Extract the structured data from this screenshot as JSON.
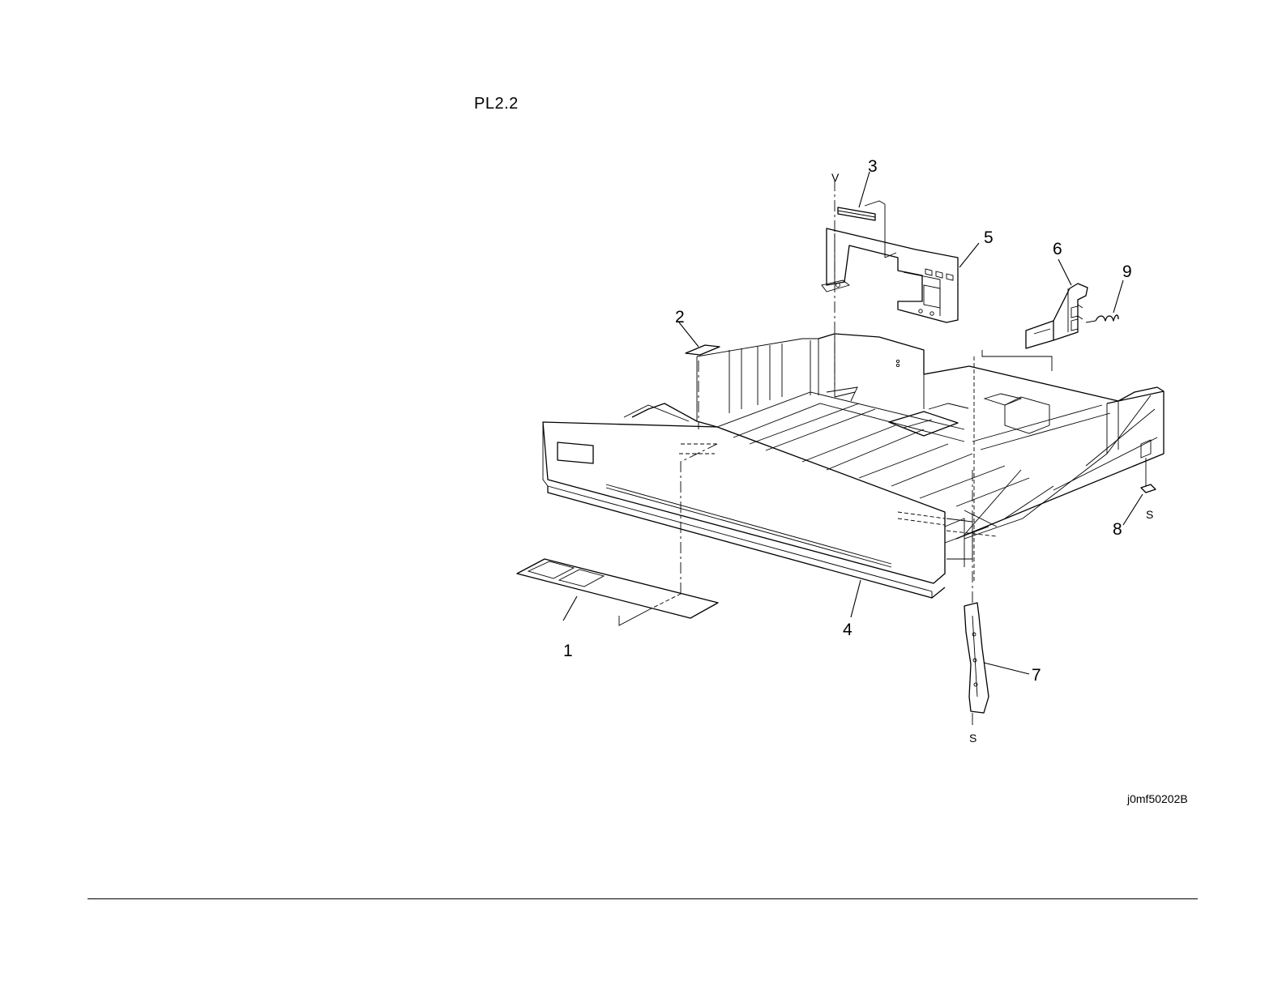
{
  "page": {
    "title": "PL2.2",
    "image_code": "j0mf50202B"
  },
  "callouts": {
    "c1": "1",
    "c2": "2",
    "c3": "3",
    "c4": "4",
    "c5": "5",
    "c6": "6",
    "c7": "7",
    "c8": "8",
    "c9": "9"
  },
  "markers": {
    "v_top": "V",
    "s_right": "S",
    "s_bottom": "S"
  }
}
